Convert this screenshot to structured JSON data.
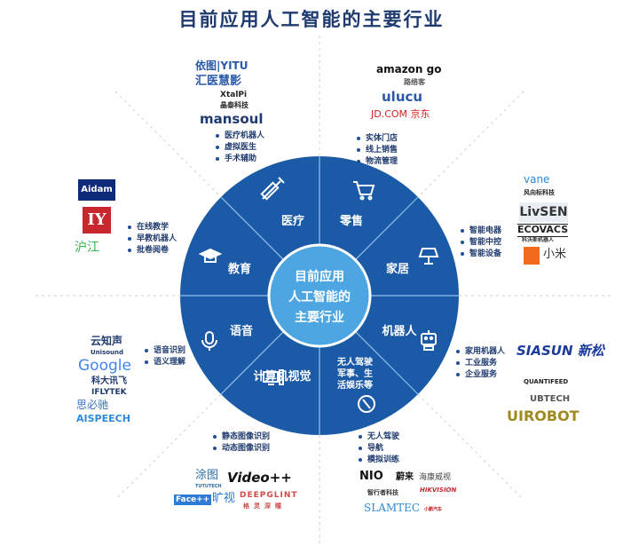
{
  "title": "目前应用人工智能的主要行业",
  "center": [
    "目前应用",
    "人工智能的",
    "主要行业"
  ],
  "sectors": {
    "medical": "医疗",
    "retail": "零售",
    "education": "教育",
    "home": "家居",
    "voice": "语音",
    "robot": "机器人",
    "vision": "计算机视觉",
    "auto": [
      "无人驾驶",
      "军事、生",
      "活娱乐等"
    ]
  },
  "bullets": {
    "medical": [
      "医疗机器人",
      "虚拟医生",
      "手术辅助"
    ],
    "retail": [
      "实体门店",
      "线上销售",
      "物流管理"
    ],
    "education": [
      "在线教学",
      "早教机器人",
      "批卷阅卷"
    ],
    "home": [
      "智能电器",
      "智能中控",
      "智能设备"
    ],
    "voice": [
      "语音识别",
      "语义理解"
    ],
    "robot": [
      "家用机器人",
      "工业服务",
      "企业服务"
    ],
    "vision": [
      "静态图像识别",
      "动态图像识别"
    ],
    "auto": [
      "无人驾驶",
      "导航",
      "模拟训练"
    ]
  },
  "logos": {
    "medical": [
      "依图|YITU",
      "汇医慧影",
      "XtalPi",
      "晶泰科技",
      "mansoul"
    ],
    "retail": [
      "amazon go",
      "路络客",
      "ulucu",
      "JD.COM 京东"
    ],
    "education": [
      "Aidam",
      "IY",
      "沪江"
    ],
    "home": [
      "vane",
      "风向标科技",
      "LivSEN",
      "ECOVACS",
      "科沃斯机器人",
      "小米"
    ],
    "voice": [
      "云知声",
      "Unisound",
      "Google",
      "科大讯飞",
      "IFLYTEK",
      "思必驰",
      "AISPEECH"
    ],
    "robot": [
      "SIASUN 新松",
      "QUANTIFEED",
      "UBTECH",
      "UIROBOT"
    ],
    "vision": [
      "涂图",
      "TUTUTECH",
      "Video++",
      "Face++",
      "旷视",
      "DEEPGLINT",
      "格灵深瞳"
    ],
    "auto": [
      "NIO",
      "蔚来",
      "海康威视",
      "HIKVISION",
      "智行者科技",
      "SLAMTEC",
      "小鹏汽车"
    ]
  },
  "colors": {
    "ring": "#1b5aa7",
    "center": "#4da6e2",
    "title": "#1f3a6e"
  }
}
